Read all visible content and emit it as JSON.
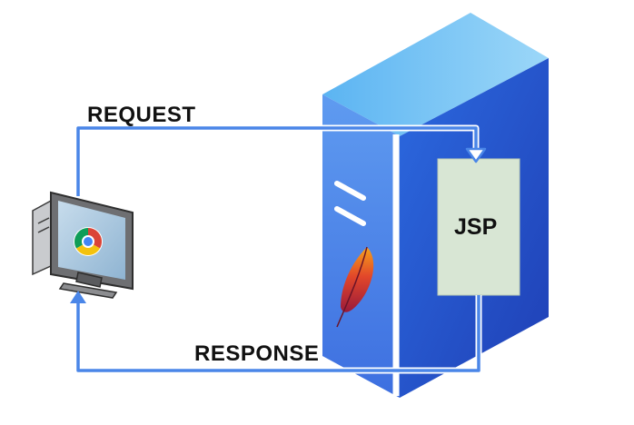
{
  "diagram": {
    "request_label": "REQUEST",
    "response_label": "RESPONSE",
    "jsp_label": "JSP"
  },
  "colors": {
    "arrow": "#4a86e8",
    "server_front": "#2f64d9",
    "server_side": "#6a95ee",
    "server_top": "#84c6f5",
    "jsp_box": "#d9e6d6",
    "monitor_frame": "#7a7a7a",
    "monitor_screen": "#aac8e0"
  },
  "icons": [
    "client-computer-icon",
    "chrome-logo-icon",
    "apache-feather-icon",
    "server-tower-icon"
  ]
}
